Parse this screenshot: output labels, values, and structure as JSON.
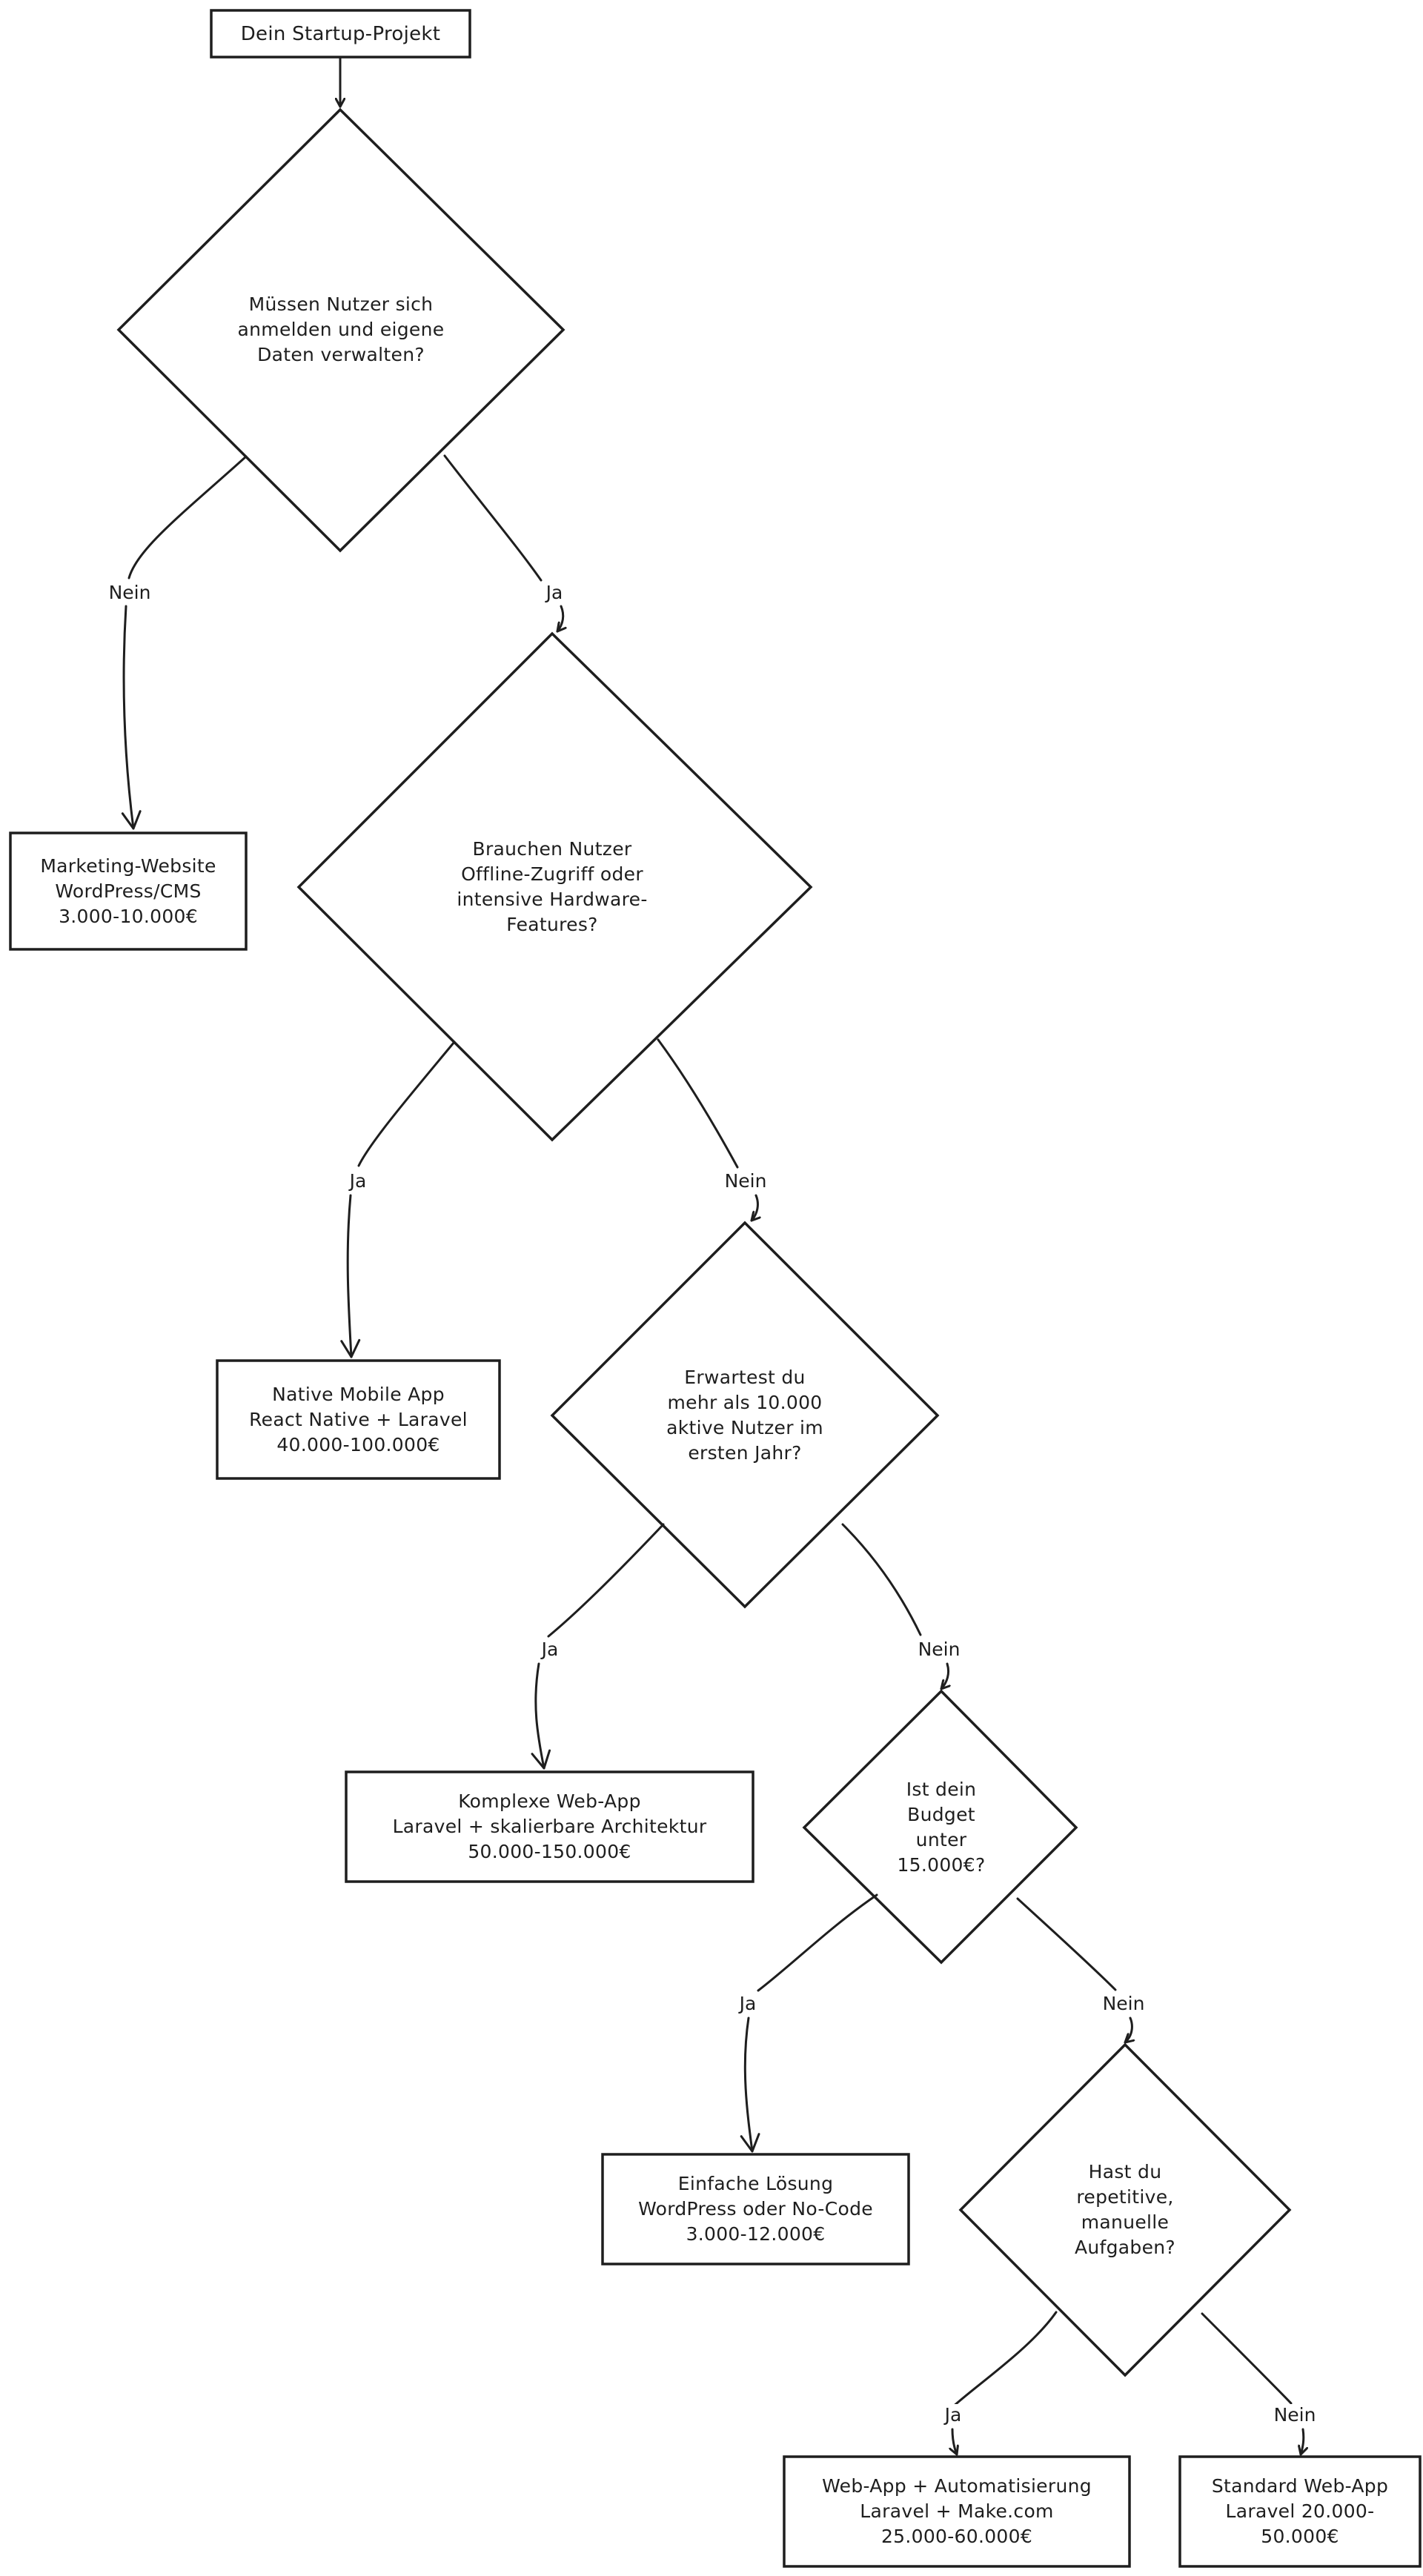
{
  "diagram": {
    "start": {
      "label": "Dein Startup-Projekt"
    },
    "decisions": [
      {
        "id": "q1",
        "lines": [
          "Müssen Nutzer sich",
          "anmelden und eigene",
          "Daten verwalten?"
        ]
      },
      {
        "id": "q2",
        "lines": [
          "Brauchen Nutzer",
          "Offline-Zugriff oder",
          "intensive Hardware-",
          "Features?"
        ]
      },
      {
        "id": "q3",
        "lines": [
          "Erwartest du",
          "mehr als 10.000",
          "aktive Nutzer im",
          "ersten Jahr?"
        ]
      },
      {
        "id": "q4",
        "lines": [
          "Ist dein",
          "Budget",
          "unter",
          "15.000€?"
        ]
      },
      {
        "id": "q5",
        "lines": [
          "Hast du",
          "repetitive,",
          "manuelle",
          "Aufgaben?"
        ]
      }
    ],
    "outcomes": [
      {
        "id": "marketing",
        "lines": [
          "Marketing-Website",
          "WordPress/CMS",
          "3.000-10.000€"
        ]
      },
      {
        "id": "native",
        "lines": [
          "Native Mobile App",
          "React Native + Laravel",
          "40.000-100.000€"
        ]
      },
      {
        "id": "komplex",
        "lines": [
          "Komplexe Web-App",
          "Laravel + skalierbare Architektur",
          "50.000-150.000€"
        ]
      },
      {
        "id": "einfach",
        "lines": [
          "Einfache Lösung",
          "WordPress oder No-Code",
          "3.000-12.000€"
        ]
      },
      {
        "id": "automatisierung",
        "lines": [
          "Web-App + Automatisierung",
          "Laravel + Make.com",
          "25.000-60.000€"
        ]
      },
      {
        "id": "standard",
        "lines": [
          "Standard Web-App",
          "Laravel 20.000-",
          "50.000€"
        ]
      }
    ],
    "edges": [
      {
        "from": "start",
        "to": "q1",
        "label": ""
      },
      {
        "from": "q1",
        "to": "marketing",
        "label": "Nein"
      },
      {
        "from": "q1",
        "to": "q2",
        "label": "Ja"
      },
      {
        "from": "q2",
        "to": "native",
        "label": "Ja"
      },
      {
        "from": "q2",
        "to": "q3",
        "label": "Nein"
      },
      {
        "from": "q3",
        "to": "komplex",
        "label": "Ja"
      },
      {
        "from": "q3",
        "to": "q4",
        "label": "Nein"
      },
      {
        "from": "q4",
        "to": "einfach",
        "label": "Ja"
      },
      {
        "from": "q4",
        "to": "q5",
        "label": "Nein"
      },
      {
        "from": "q5",
        "to": "automatisierung",
        "label": "Ja"
      },
      {
        "from": "q5",
        "to": "standard",
        "label": "Nein"
      }
    ],
    "stroke_color": "#1e1e1e",
    "background_color": "#ffffff"
  }
}
